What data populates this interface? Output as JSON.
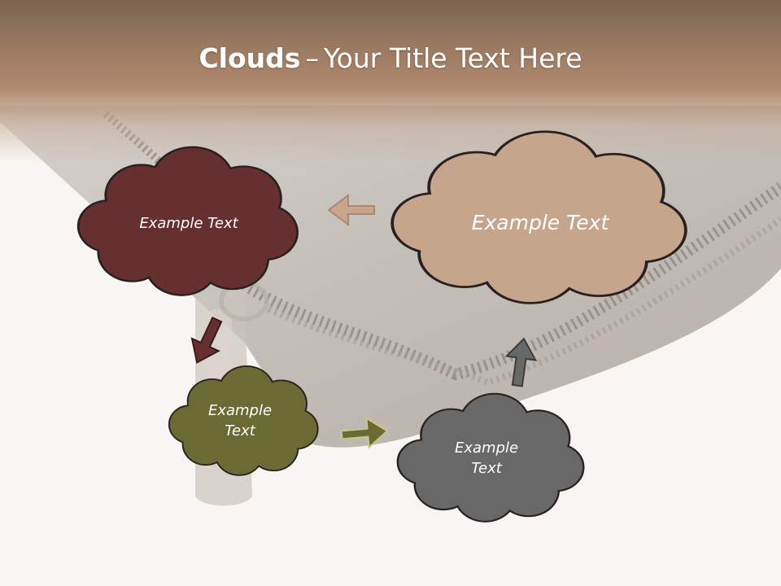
{
  "title": {
    "bold": "Clouds",
    "dash": "–",
    "rest": "Your Title Text Here"
  },
  "clouds": [
    {
      "text": "Example Text",
      "color": "#662f30"
    },
    {
      "text": "Example Text",
      "color": "#c5a58c"
    },
    {
      "text": "Example Text",
      "color": "#6a6a34"
    },
    {
      "text": "Example Text",
      "color": "#686868"
    }
  ],
  "arrows": [
    {
      "icon": "arrow-left-icon",
      "color": "#c9a58c"
    },
    {
      "icon": "arrow-down-right-icon",
      "color": "#662f30"
    },
    {
      "icon": "arrow-right-icon",
      "color": "#6a6a34"
    },
    {
      "icon": "arrow-up-icon",
      "color": "#686868"
    }
  ],
  "colors": {
    "title_band": "#9c7a62",
    "background": "#f8f6f3",
    "outline": "#2a2020"
  }
}
